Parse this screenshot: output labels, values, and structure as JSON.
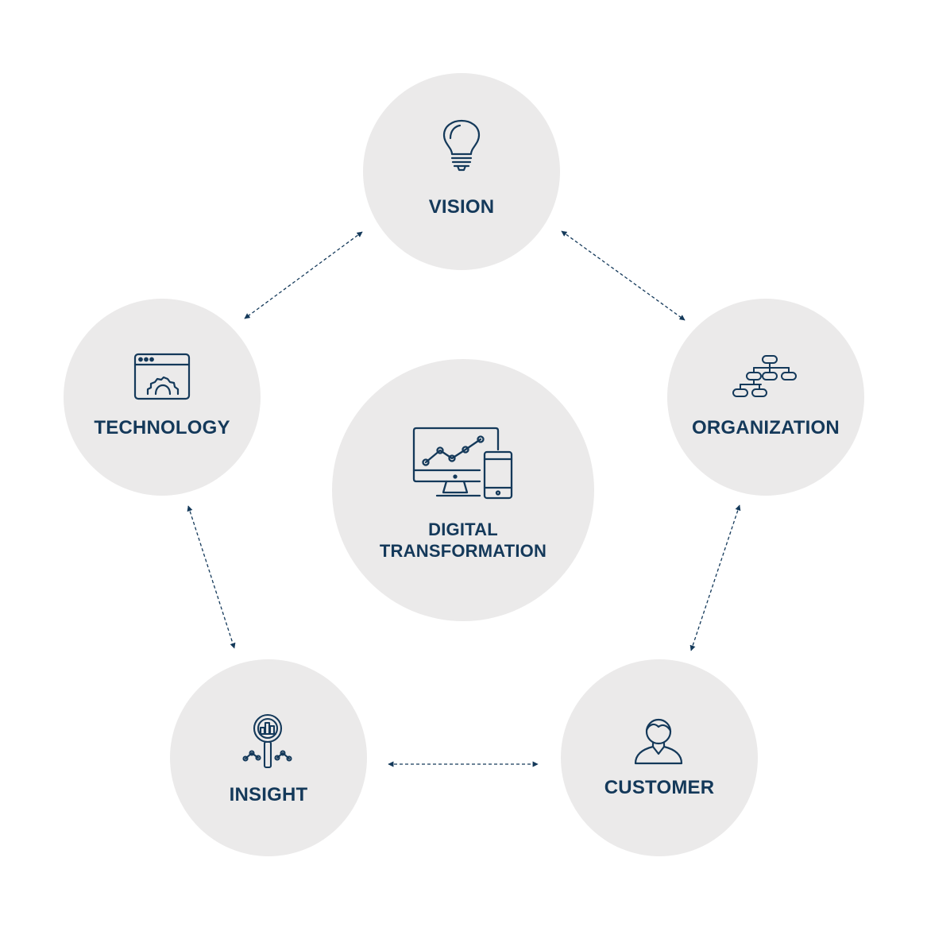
{
  "diagram": {
    "accent_color": "#14395a",
    "circle_color": "#ebeaea",
    "center": {
      "label_line1": "DIGITAL",
      "label_line2": "TRANSFORMATION",
      "icon": "devices-chart-icon"
    },
    "nodes": {
      "vision": {
        "label": "VISION",
        "icon": "lightbulb-icon"
      },
      "technology": {
        "label": "TECHNOLOGY",
        "icon": "browser-gear-icon"
      },
      "organization": {
        "label": "ORGANIZATION",
        "icon": "org-chart-icon"
      },
      "insight": {
        "label": "INSIGHT",
        "icon": "magnifier-analytics-icon"
      },
      "customer": {
        "label": "CUSTOMER",
        "icon": "person-icon"
      }
    },
    "connections": [
      {
        "from": "vision",
        "to": "technology",
        "style": "dashed-double-arrow"
      },
      {
        "from": "vision",
        "to": "organization",
        "style": "dashed-double-arrow"
      },
      {
        "from": "technology",
        "to": "insight",
        "style": "dashed-double-arrow"
      },
      {
        "from": "organization",
        "to": "customer",
        "style": "dashed-double-arrow"
      },
      {
        "from": "insight",
        "to": "customer",
        "style": "dashed-double-arrow"
      }
    ]
  }
}
